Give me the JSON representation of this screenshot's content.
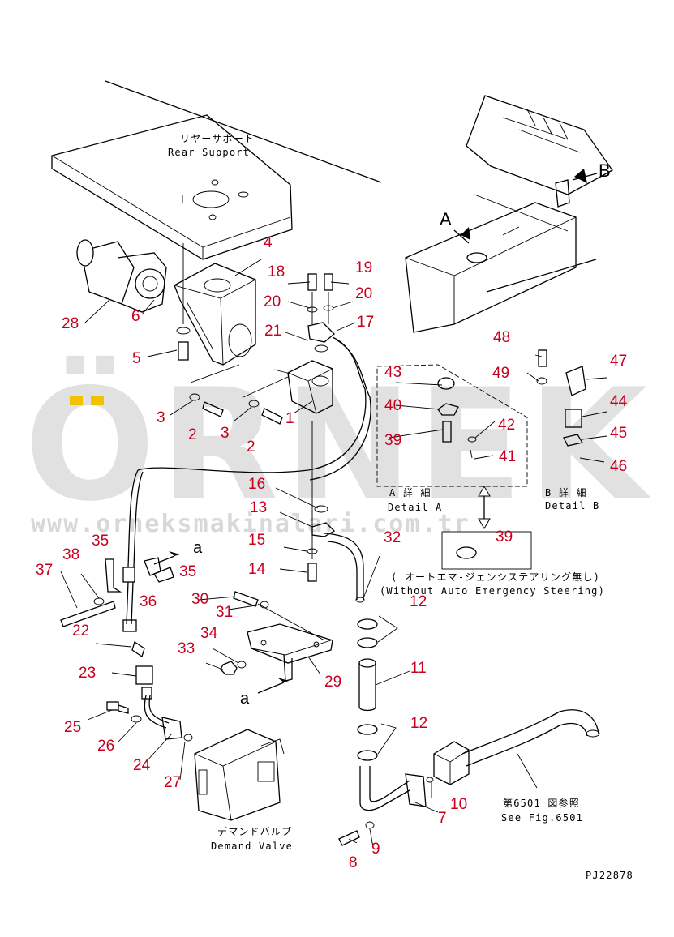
{
  "labels": {
    "rear_support_jp": "リヤーサポート",
    "rear_support_en": "Rear Support",
    "view_a": "A",
    "view_b": "B",
    "detail_a_jp": "A 詳 細",
    "detail_a_en": "Detail A",
    "detail_b_jp": "B 詳 細",
    "detail_b_en": "Detail B",
    "without_aes_jp": "( オートエマ-ジェンシステアリング無し)",
    "without_aes_en": "(Without Auto Emergency Steering)",
    "see_fig_jp": "第6501 図参照",
    "see_fig_en": "See Fig.6501",
    "demand_valve_jp": "デマンドバルブ",
    "demand_valve_en": "Demand Valve",
    "view_a_lower_1": "a",
    "view_a_lower_2": "a",
    "drawing_code": "PJ22878"
  },
  "watermark": {
    "brand": "ÖRNEK",
    "url": "www.orneksmakinalari.com.tr"
  },
  "parts": [
    {
      "id": "p1",
      "n": "1"
    },
    {
      "id": "p2a",
      "n": "2"
    },
    {
      "id": "p2b",
      "n": "2"
    },
    {
      "id": "p3a",
      "n": "3"
    },
    {
      "id": "p3b",
      "n": "3"
    },
    {
      "id": "p4",
      "n": "4"
    },
    {
      "id": "p5",
      "n": "5"
    },
    {
      "id": "p6",
      "n": "6"
    },
    {
      "id": "p7",
      "n": "7"
    },
    {
      "id": "p8",
      "n": "8"
    },
    {
      "id": "p9",
      "n": "9"
    },
    {
      "id": "p10",
      "n": "10"
    },
    {
      "id": "p11",
      "n": "11"
    },
    {
      "id": "p12a",
      "n": "12"
    },
    {
      "id": "p12b",
      "n": "12"
    },
    {
      "id": "p13",
      "n": "13"
    },
    {
      "id": "p14",
      "n": "14"
    },
    {
      "id": "p15",
      "n": "15"
    },
    {
      "id": "p16",
      "n": "16"
    },
    {
      "id": "p17",
      "n": "17"
    },
    {
      "id": "p18",
      "n": "18"
    },
    {
      "id": "p19",
      "n": "19"
    },
    {
      "id": "p20a",
      "n": "20"
    },
    {
      "id": "p20b",
      "n": "20"
    },
    {
      "id": "p21",
      "n": "21"
    },
    {
      "id": "p22",
      "n": "22"
    },
    {
      "id": "p23",
      "n": "23"
    },
    {
      "id": "p24",
      "n": "24"
    },
    {
      "id": "p25",
      "n": "25"
    },
    {
      "id": "p26",
      "n": "26"
    },
    {
      "id": "p27",
      "n": "27"
    },
    {
      "id": "p28",
      "n": "28"
    },
    {
      "id": "p29",
      "n": "29"
    },
    {
      "id": "p30",
      "n": "30"
    },
    {
      "id": "p31",
      "n": "31"
    },
    {
      "id": "p32",
      "n": "32"
    },
    {
      "id": "p33",
      "n": "33"
    },
    {
      "id": "p34",
      "n": "34"
    },
    {
      "id": "p35a",
      "n": "35"
    },
    {
      "id": "p35b",
      "n": "35"
    },
    {
      "id": "p36",
      "n": "36"
    },
    {
      "id": "p37",
      "n": "37"
    },
    {
      "id": "p38",
      "n": "38"
    },
    {
      "id": "p39a",
      "n": "39"
    },
    {
      "id": "p39b",
      "n": "39"
    },
    {
      "id": "p40",
      "n": "40"
    },
    {
      "id": "p41",
      "n": "41"
    },
    {
      "id": "p42",
      "n": "42"
    },
    {
      "id": "p43",
      "n": "43"
    },
    {
      "id": "p44",
      "n": "44"
    },
    {
      "id": "p45",
      "n": "45"
    },
    {
      "id": "p46",
      "n": "46"
    },
    {
      "id": "p47",
      "n": "47"
    },
    {
      "id": "p48",
      "n": "48"
    },
    {
      "id": "p49",
      "n": "49"
    }
  ],
  "colors": {
    "callout": "#c8001e",
    "line": "#000000",
    "watermark": "#d7d7d7",
    "watermark_accent": "#f2c200"
  }
}
